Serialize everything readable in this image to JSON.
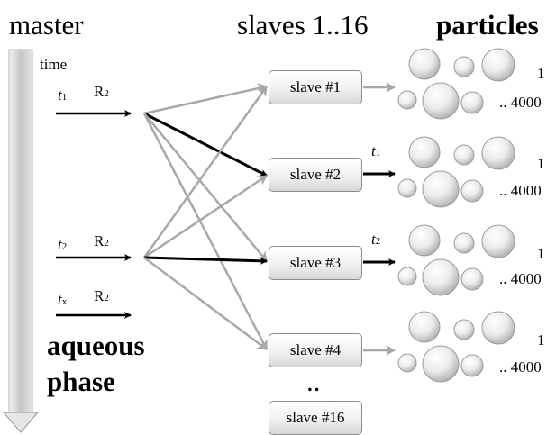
{
  "headers": {
    "master": "master",
    "slaves": "slaves 1..16",
    "particles": "particles"
  },
  "time_label": "time",
  "master_events": [
    {
      "t": "t",
      "t_sub": "1",
      "r": "R",
      "r_sub": "2"
    },
    {
      "t": "t",
      "t_sub": "2",
      "r": "R",
      "r_sub": "2"
    },
    {
      "t": "t",
      "t_sub": "x",
      "r": "R",
      "r_sub": "2"
    }
  ],
  "phase_label_line1": "aqueous",
  "phase_label_line2": "phase",
  "slaves": [
    {
      "label": "slave #1",
      "arrow_label": "",
      "arrow_sub": ""
    },
    {
      "label": "slave #2",
      "arrow_label": "t",
      "arrow_sub": "1"
    },
    {
      "label": "slave #3",
      "arrow_label": "t",
      "arrow_sub": "2"
    },
    {
      "label": "slave #4",
      "arrow_label": "",
      "arrow_sub": ""
    }
  ],
  "ellipsis": "..",
  "last_slave": "slave #16",
  "particle_counts": {
    "first": "1",
    "last": ".. 4000"
  },
  "colors": {
    "active_arrow": "#000000",
    "inactive_arrow": "#a8a8a8",
    "master_bar": "#d0d0d0"
  }
}
